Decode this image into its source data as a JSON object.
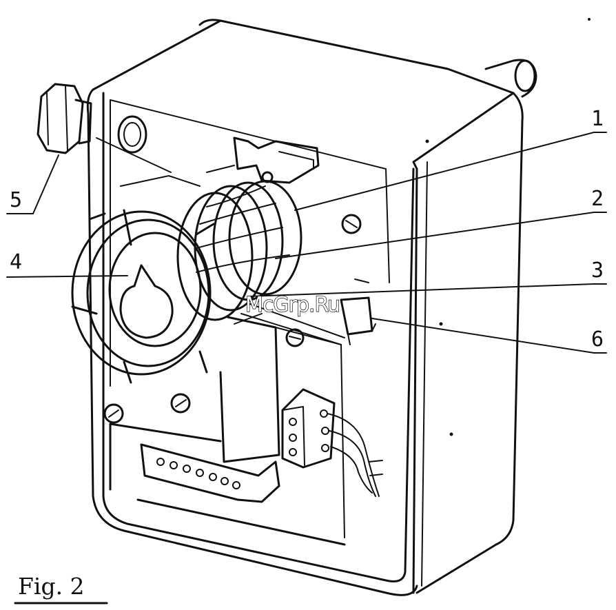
{
  "figure": {
    "caption": "Fig. 2",
    "watermark": "McGrp.Ru"
  },
  "callouts": [
    {
      "id": "1",
      "label": "1"
    },
    {
      "id": "2",
      "label": "2"
    },
    {
      "id": "3",
      "label": "3"
    },
    {
      "id": "4",
      "label": "4"
    },
    {
      "id": "5",
      "label": "5"
    },
    {
      "id": "6",
      "label": "6"
    }
  ]
}
